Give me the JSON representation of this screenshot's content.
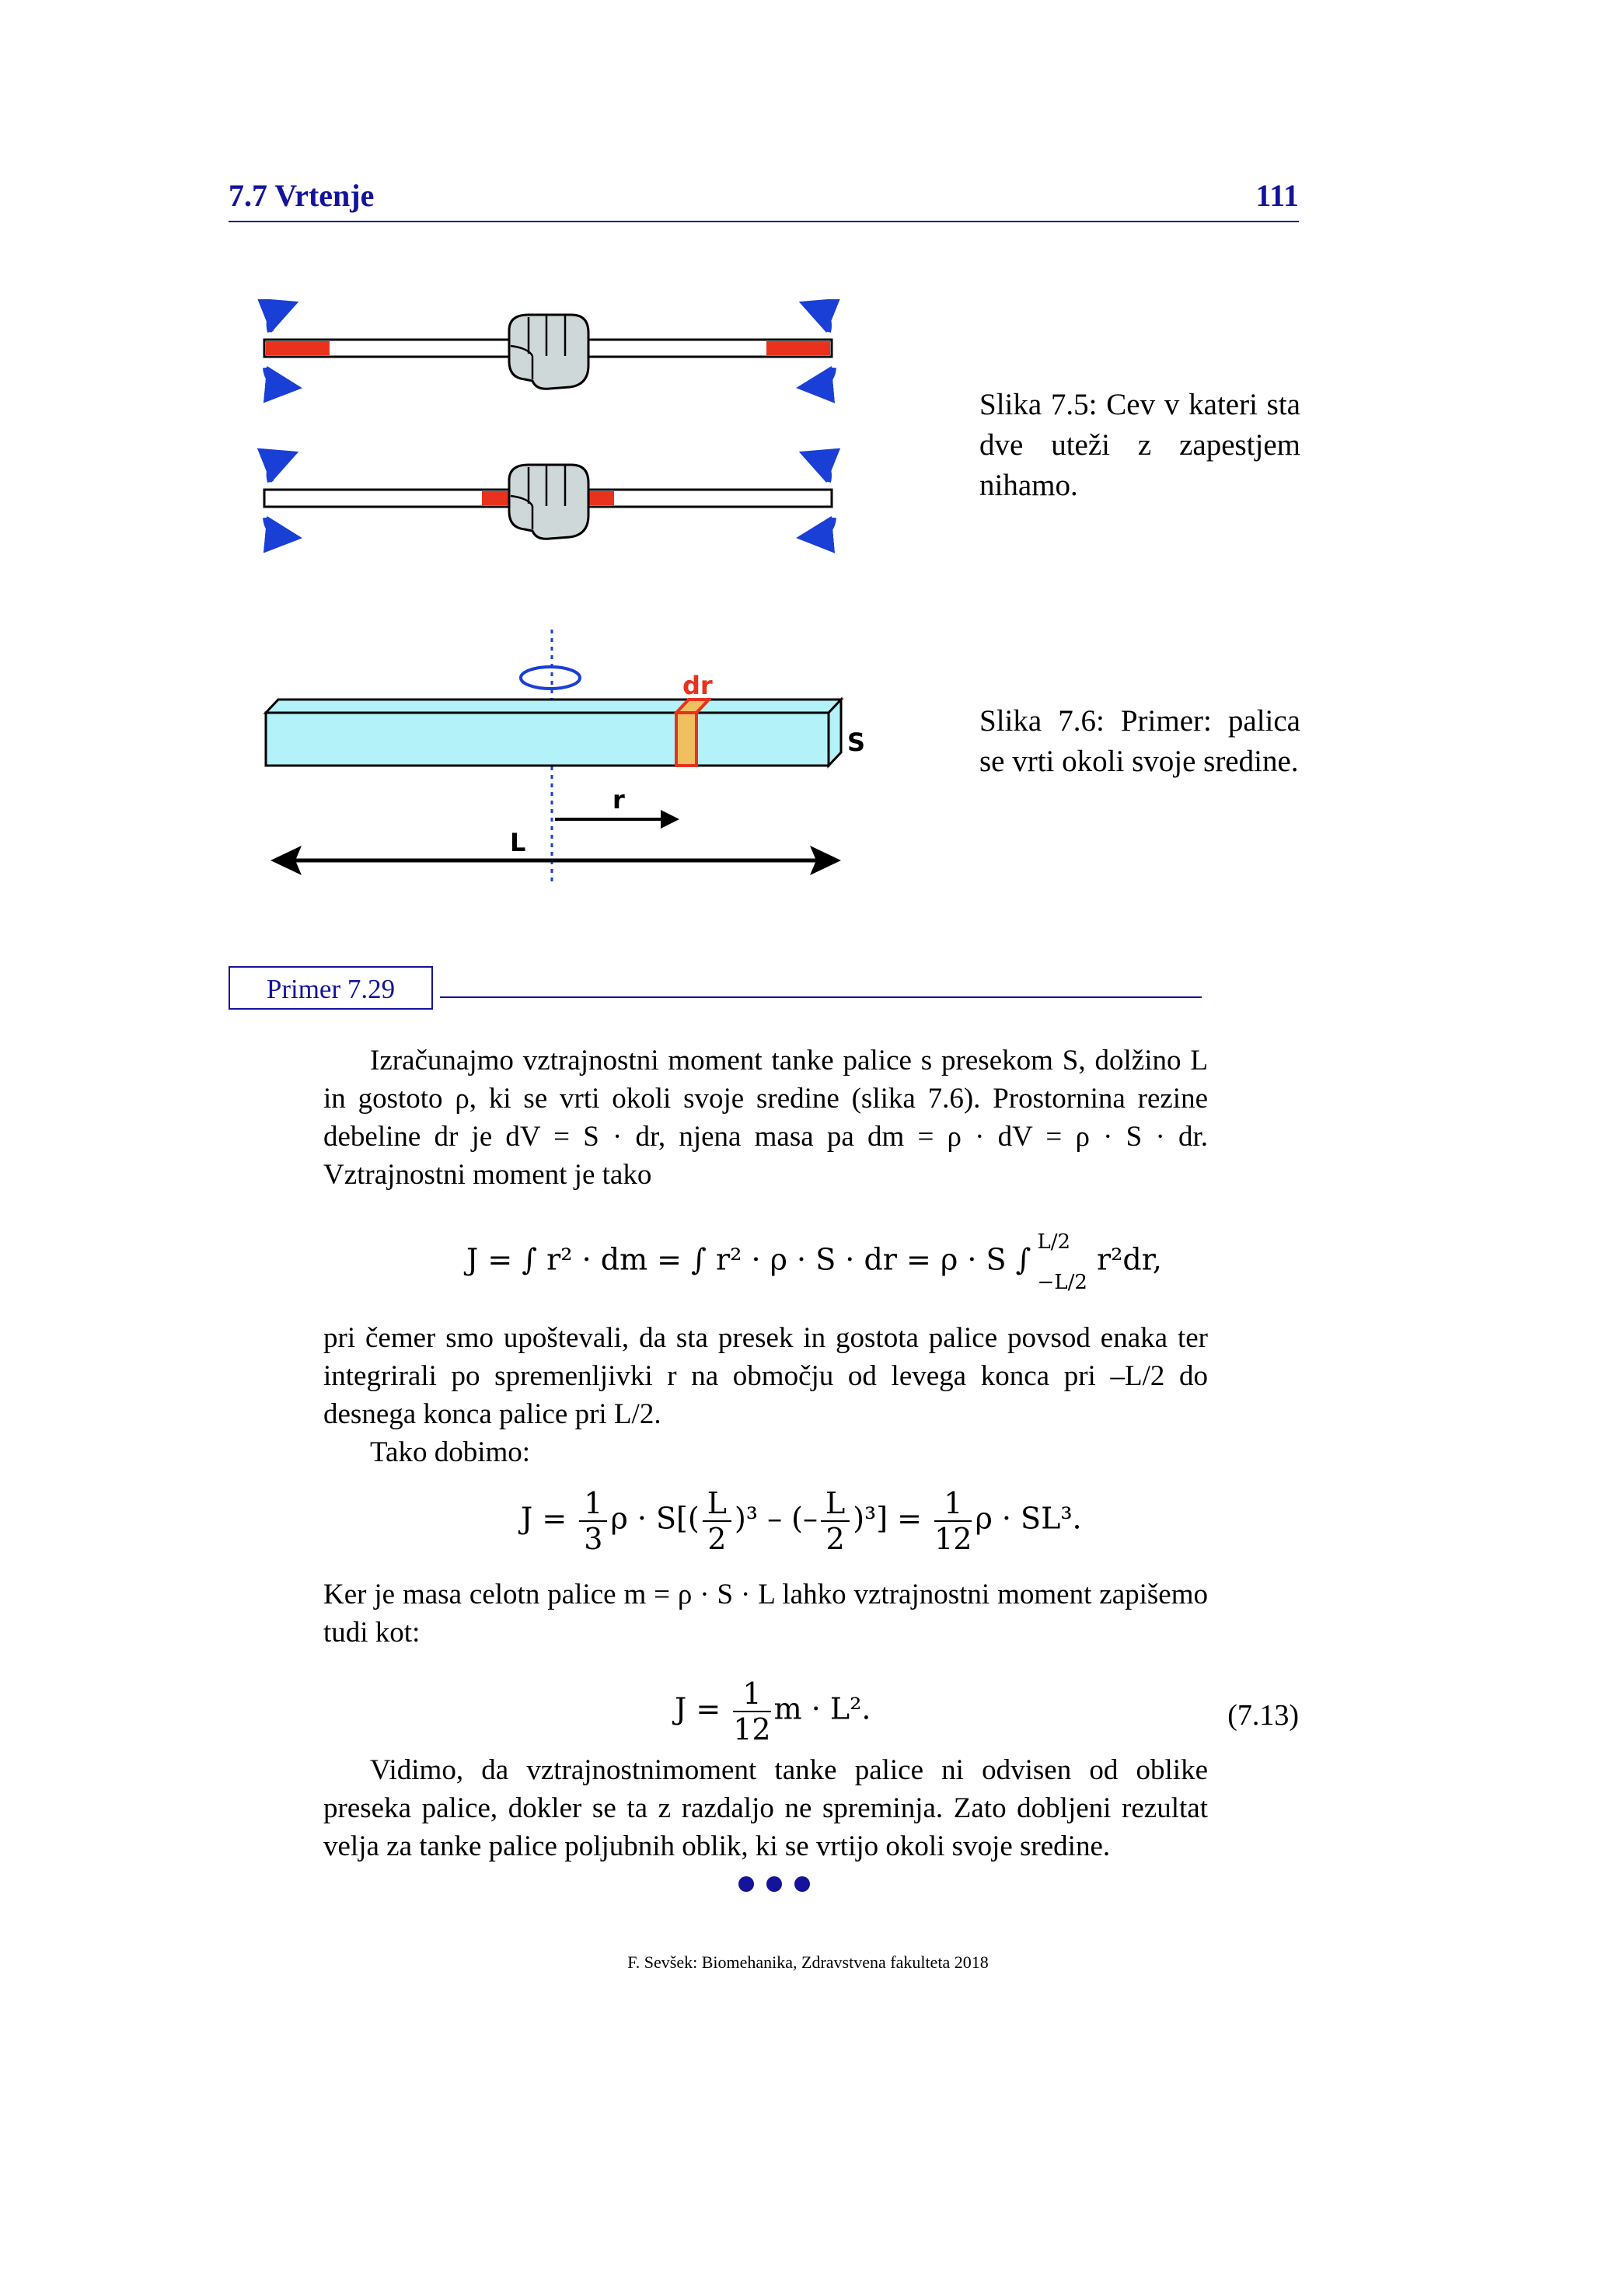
{
  "header": {
    "title": "7.7 Vrtenje",
    "page": "111"
  },
  "figure1": {
    "caption": "Slika 7.5: Cev v kateri sta dve uteži z zapestjem nihamo."
  },
  "figure2": {
    "caption": "Slika 7.6: Primer: palica se vrti okoli svoje sredine.",
    "labels": {
      "dr": "dr",
      "S": "S",
      "r": "r",
      "L": "L"
    }
  },
  "example": {
    "label": "Primer 7.29",
    "p1": "Izračunajmo vztrajnostni moment tanke palice s presekom S, dolžino L in gostoto ρ, ki se vrti okoli svoje sredine (slika 7.6). Prostornina rezine debeline dr je dV = S · dr, njena masa pa dm = ρ · dV = ρ · S · dr. Vztrajnostni moment je tako",
    "eq1": {
      "lhs": "J = ∫ r² · dm = ∫ r² · ρ · S · dr = ρ · S ∫",
      "upper": "L/2",
      "lower": "−L/2",
      "rhs": "r²dr,"
    },
    "p2": "pri čemer smo upoštevali, da sta presek in gostota palice povsod enaka ter integrirali po spremenljivki r na območju od levega konca pri –L/2 do desnega konca palice pri L/2.",
    "p3": "Tako dobimo:",
    "eq2": {
      "j": "J =",
      "f1n": "1",
      "f1d": "3",
      "mid1": "ρ · S[(",
      "f2n": "L",
      "f2d": "2",
      "mid2": ")³ – (–",
      "f3n": "L",
      "f3d": "2",
      "mid3": ")³] =",
      "f4n": "1",
      "f4d": "12",
      "end": "ρ · SL³."
    },
    "p4": "Ker je masa celotn palice m = ρ · S · L lahko vztrajnostni moment zapišemo tudi kot:",
    "eq3": {
      "j": "J =",
      "fn": "1",
      "fd": "12",
      "end": "m · L².",
      "number": "(7.13)"
    },
    "p5": "Vidimo, da vztrajnostnimoment tanke palice ni odvisen od oblike preseka palice, dokler se ta z razdaljo ne spreminja. Zato dobljeni rezultat velja za tanke palice poljubnih oblik, ki se vrtijo okoli svoje sredine."
  },
  "footer": "F. Sevšek: Biomehanika, Zdravstvena fakulteta 2018",
  "colors": {
    "accent": "#14149a",
    "red": "#e8321e",
    "cyan": "#b3f2f8",
    "orange": "#f0c060"
  }
}
